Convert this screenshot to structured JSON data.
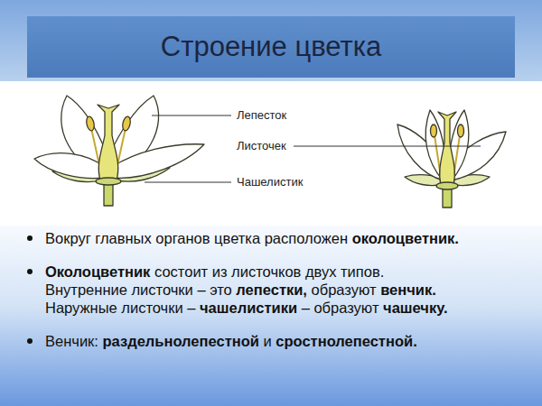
{
  "diagram": {
    "title": "Строение цветка",
    "labels": [
      "Лепесток",
      "Листочек",
      "Чашелистик",
      "Вокруг главных органов цветка расположен",
      "околоцветник.",
      "Околоцветник",
      "состоит из листочков двух типов.",
      "Внутренние листочки – это",
      "лепестки,",
      "образуют",
      "венчик.",
      "Наружные листочки –",
      "чашелистики",
      "– образуют",
      "чашечку.",
      "Венчик:",
      "раздельнолепестной",
      "и",
      "сростнолепестной."
    ]
  }
}
